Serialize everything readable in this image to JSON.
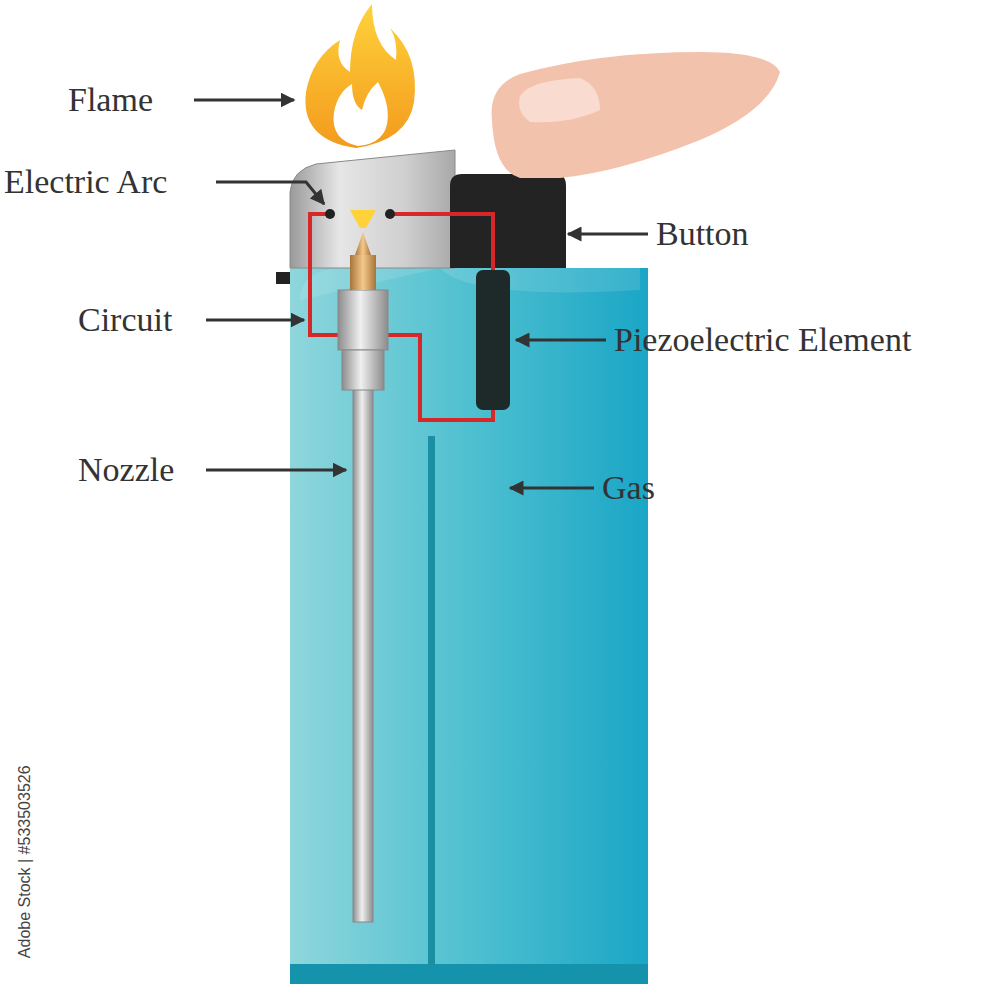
{
  "diagram": {
    "labels": [
      "Flame",
      "Electric Arc",
      "Button",
      "Circuit",
      "Piezoelectric Element",
      "Nozzle",
      "Gas",
      "Adobe Stock | #533503526"
    ]
  }
}
